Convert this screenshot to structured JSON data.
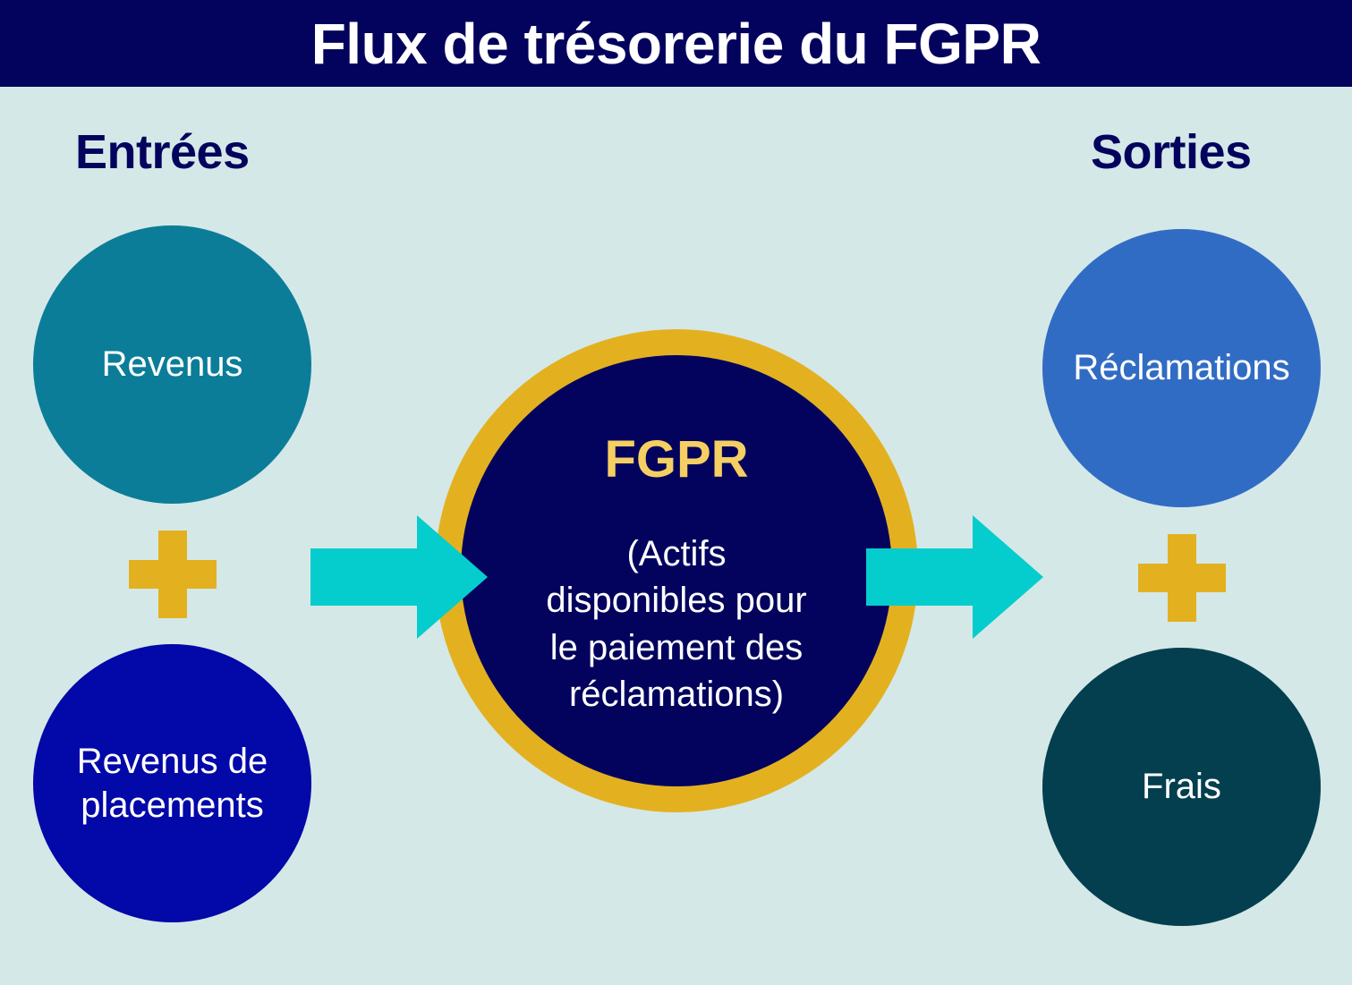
{
  "header": {
    "title": "Flux de trésorerie du FGPR"
  },
  "columns": {
    "inputs_heading": "Entrées",
    "outputs_heading": "Sorties"
  },
  "inputs": [
    {
      "label": "Revenus",
      "color": "#0b7d98"
    },
    {
      "label": "Revenus de\nplacements",
      "color": "#0308a8"
    }
  ],
  "center": {
    "title": "FGPR",
    "description": "(Actifs\ndisponibles pour\nle paiement des\nréclamations)",
    "core_color": "#03035e",
    "ring_color": "#e3b120",
    "title_color": "#f5cf62"
  },
  "outputs": [
    {
      "label": "Réclamations",
      "color": "#316cc4"
    },
    {
      "label": "Frais",
      "color": "#033f4f"
    }
  ],
  "colors": {
    "background": "#d5e8e8",
    "header": "#03035e",
    "arrow": "#05cdcd",
    "plus": "#e3b120"
  }
}
